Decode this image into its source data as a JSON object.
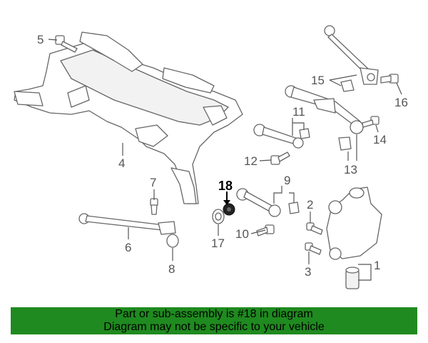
{
  "callouts": {
    "c1": "1",
    "c2": "2",
    "c3": "3",
    "c4": "4",
    "c5": "5",
    "c6": "6",
    "c7": "7",
    "c8": "8",
    "c9": "9",
    "c10": "10",
    "c11": "11",
    "c12": "12",
    "c13": "13",
    "c14": "14",
    "c15": "15",
    "c16": "16",
    "c17": "17",
    "c18": "18"
  },
  "highlight_part": "18",
  "banner": {
    "line1": "Part or sub-assembly is #18 in diagram",
    "line2": "Diagram may not be specific to your vehicle"
  },
  "colors": {
    "banner_bg": "#1f8a1f",
    "highlight_part": "#222222",
    "line_art": "#666666"
  }
}
